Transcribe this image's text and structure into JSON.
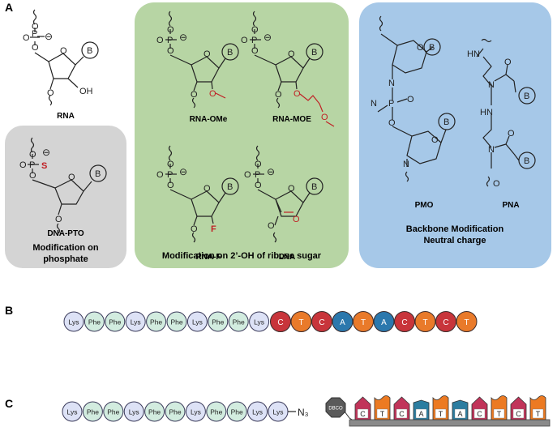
{
  "panel_letters": {
    "a": "A",
    "b": "B",
    "c": "C"
  },
  "structures": {
    "rna": "RNA",
    "dna_pto": "DNA-PTO",
    "rna_ome": "RNA-OMe",
    "rna_moe": "RNA-MOE",
    "rna_f": "RNA-F",
    "lna": "LNA",
    "pmo": "PMO",
    "pna": "PNA"
  },
  "captions": {
    "phosphate_line1": "Modification on",
    "phosphate_line2": "phosphate",
    "sugar": "Modification on 2’-OH of ribose sugar",
    "backbone_line1": "Backbone Modification",
    "backbone_line2": "Neutral charge"
  },
  "atoms": {
    "base": "B",
    "O": "O",
    "OH": "OH",
    "P": "P",
    "S": "S",
    "F": "F",
    "N": "N",
    "HN": "HN",
    "minus": "⊖"
  },
  "peptide_b": [
    "Lys",
    "Phe",
    "Phe",
    "Lys",
    "Phe",
    "Phe",
    "Lys",
    "Phe",
    "Phe",
    "Lys"
  ],
  "oligo_b": [
    "C",
    "T",
    "C",
    "A",
    "T",
    "A",
    "C",
    "T",
    "C",
    "T"
  ],
  "peptide_c": [
    "Lys",
    "Phe",
    "Phe",
    "Lys",
    "Phe",
    "Phe",
    "Lys",
    "Phe",
    "Phe",
    "Lys",
    "Lys"
  ],
  "azide_label": "N₃",
  "dbco_label": "DBCO",
  "oligo_c": [
    "C",
    "T",
    "C",
    "A",
    "T",
    "A",
    "C",
    "T",
    "C",
    "T"
  ],
  "colors": {
    "panel_grey": "#d4d4d4",
    "panel_green": "#b7d5a4",
    "panel_blue": "#a6c8e8",
    "lys_fill": "#dde2f6",
    "phe_fill": "#d2ecdf",
    "C": "#c8353b",
    "T": "#e97a2a",
    "A": "#2b78ad",
    "c_panel_C": "#c1345a",
    "c_panel_T": "#ec7a22",
    "c_panel_A": "#2c7da0",
    "modification_red": "#c02025",
    "dbco": "#5a5a5a"
  }
}
